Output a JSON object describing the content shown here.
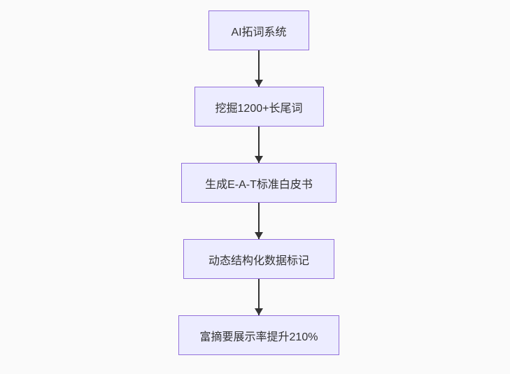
{
  "flowchart": {
    "direction": "top-down",
    "nodes": [
      {
        "id": "ai-word-expansion-system",
        "label": "AI拓词系统"
      },
      {
        "id": "mine-longtail-keywords",
        "label": "挖掘1200+长尾词"
      },
      {
        "id": "generate-eat-whitepaper",
        "label": "生成E-A-T标准白皮书"
      },
      {
        "id": "dynamic-structured-data",
        "label": "动态结构化数据标记"
      },
      {
        "id": "rich-snippet-rate-increase",
        "label": "富摘要展示率提升210%"
      }
    ],
    "edges": [
      {
        "from": "ai-word-expansion-system",
        "to": "mine-longtail-keywords"
      },
      {
        "from": "mine-longtail-keywords",
        "to": "generate-eat-whitepaper"
      },
      {
        "from": "generate-eat-whitepaper",
        "to": "dynamic-structured-data"
      },
      {
        "from": "dynamic-structured-data",
        "to": "rich-snippet-rate-increase"
      }
    ],
    "colors": {
      "background": "#fafafa",
      "node_fill": "#ECECFF",
      "node_border": "#9370DB",
      "arrow": "#333333",
      "text": "#333333"
    }
  }
}
